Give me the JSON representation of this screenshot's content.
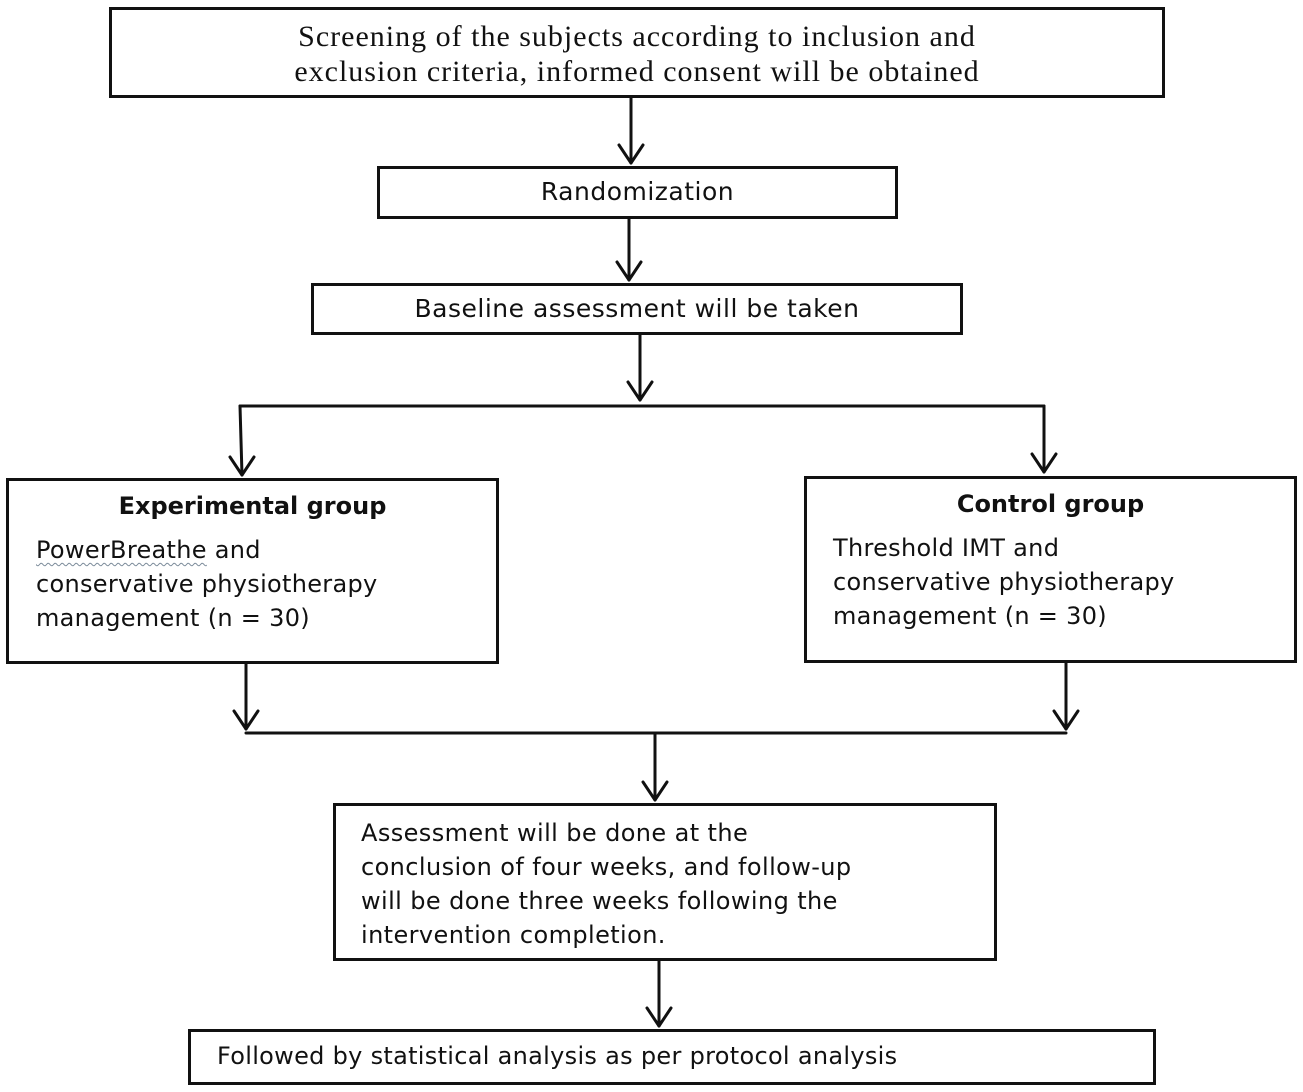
{
  "flowchart": {
    "screening": {
      "line1": "Screening of the subjects according to inclusion and",
      "line2": "exclusion criteria, informed consent will be obtained"
    },
    "randomization": "Randomization",
    "baseline": "Baseline assessment will be taken",
    "experimental_group": {
      "title": "Experimental group",
      "device": "PowerBreathe",
      "line1_rest": " and",
      "line2": "conservative physiotherapy",
      "line3": "management (n = 30)"
    },
    "control_group": {
      "title": "Control group",
      "line1": "Threshold IMT and",
      "line2": "conservative physiotherapy",
      "line3": "management (n = 30)"
    },
    "assessment": {
      "line1": "Assessment will be done at the",
      "line2": "conclusion of four weeks, and follow-up",
      "line3": "will be done three weeks following the",
      "line4": "intervention completion."
    },
    "final": "Followed by statistical analysis as per protocol analysis"
  },
  "colors": {
    "stroke": "#111111",
    "background": "#ffffff",
    "spellcheck_underline": "#7a8a99"
  }
}
